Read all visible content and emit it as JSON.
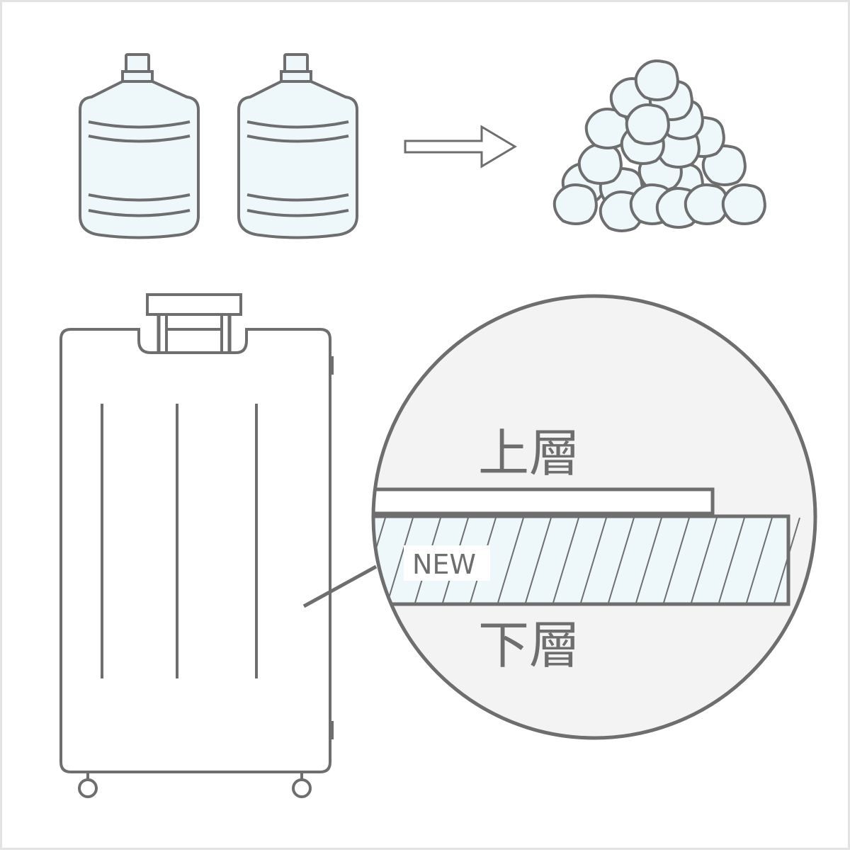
{
  "labels": {
    "upper_layer": "上層",
    "lower_layer": "下層",
    "new_tag": "NEW"
  },
  "icons": [
    "water-bottle-icon",
    "arrow-right-icon",
    "ice-pile-icon",
    "suitcase-icon",
    "magnifier-circle-icon"
  ],
  "colors": {
    "stroke": "#6e6e6e",
    "light_blue": "#eef8fa",
    "circle_bg": "#f3f3f3",
    "border": "#e3e3e3"
  }
}
